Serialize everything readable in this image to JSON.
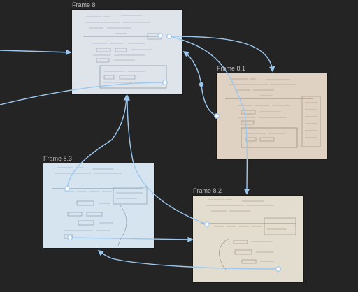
{
  "canvas": {
    "background": "#242424",
    "connector_color": "#9cc8f0"
  },
  "frames": [
    {
      "id": "frame-8",
      "label": "Frame 8",
      "paper": "#dfe4ea",
      "tint": "cool"
    },
    {
      "id": "frame-8-1",
      "label": "Frame 8.1",
      "paper": "#e0d2c2",
      "tint": "warm"
    },
    {
      "id": "frame-8-2",
      "label": "Frame 8.2",
      "paper": "#e3ddd0",
      "tint": "warm"
    },
    {
      "id": "frame-8-3",
      "label": "Frame 8.3",
      "paper": "#d6e4ef",
      "tint": "cool"
    }
  ],
  "connections": [
    {
      "from": "offscreen-left",
      "to": "Frame 8"
    },
    {
      "from": "Frame 8",
      "to": "Frame 8.1"
    },
    {
      "from": "Frame 8",
      "to": "Frame 8.2"
    },
    {
      "from": "Frame 8.1",
      "to": "Frame 8"
    },
    {
      "from": "Frame 8",
      "to": "offscreen-left"
    },
    {
      "from": "Frame 8.3",
      "to": "Frame 8"
    },
    {
      "from": "Frame 8.2",
      "to": "Frame 8"
    },
    {
      "from": "Frame 8.3",
      "to": "Frame 8.2"
    },
    {
      "from": "Frame 8.2",
      "to": "Frame 8.3"
    }
  ]
}
